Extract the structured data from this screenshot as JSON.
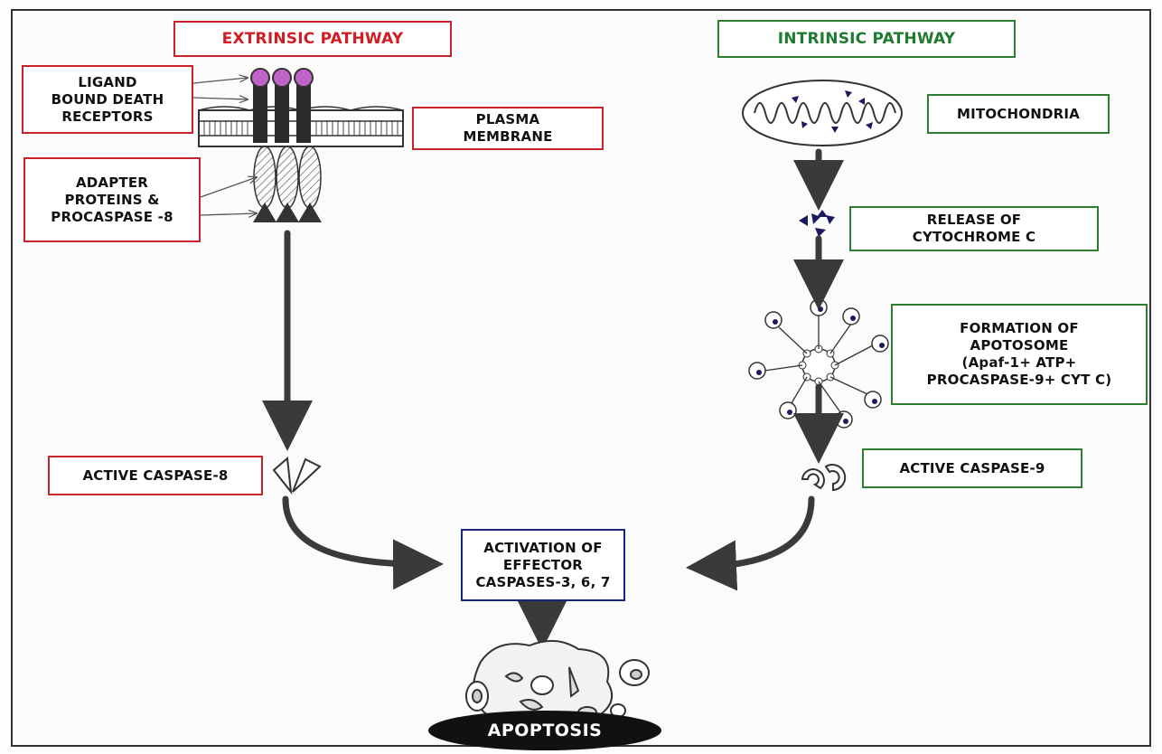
{
  "extrinsic": {
    "title": "EXTRINSIC PATHWAY",
    "ligand_label": "LIGAND\nBOUND DEATH\nRECEPTORS",
    "membrane_label": "PLASMA\nMEMBRANE",
    "adapter_label": "ADAPTER\nPROTEINS &\nPROCASPASE -8",
    "active_label": "ACTIVE CASPASE-8"
  },
  "intrinsic": {
    "title": "INTRINSIC PATHWAY",
    "mito_label": "MITOCHONDRIA",
    "cytc_label": "RELEASE OF\nCYTOCHROME C",
    "apoptosome_label": "FORMATION OF\nAPOTOSOME\n(Apaf-1+ ATP+\nPROCASPASE-9+ CYT C)",
    "active_label": "ACTIVE CASPASE-9"
  },
  "effector_label": "ACTIVATION OF\nEFFECTOR\nCASPASES-3, 6, 7",
  "outcome_label": "APOPTOSIS",
  "colors": {
    "extrinsic": "#d31d24",
    "intrinsic": "#1e7b2f",
    "effector": "#1a237e",
    "arrow": "#3a3a3a"
  }
}
